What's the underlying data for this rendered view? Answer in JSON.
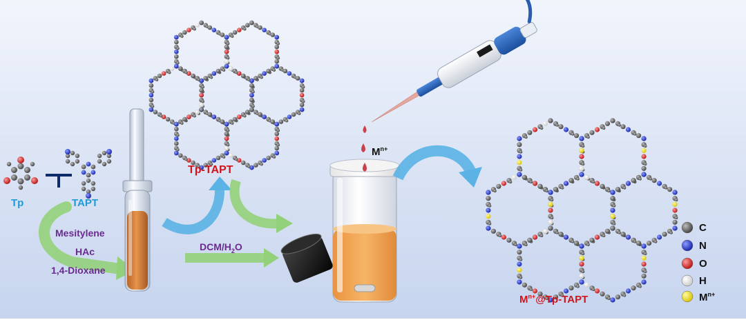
{
  "panel_letter": "",
  "labels": {
    "tp": "Tp",
    "tapt": "TAPT",
    "mesitylene": "Mesitylene",
    "hac": "HAc",
    "dioxane": "1,4-Dioxane",
    "cof": "Tp-TAPT",
    "metal_base": "M",
    "metal_charge": "n+",
    "solvent_pre": "DCM/H",
    "solvent_sub": "2",
    "solvent_post": "O",
    "final_metal": "M",
    "final_charge": "n+",
    "final_rest": "@Tp-TAPT"
  },
  "legend": [
    {
      "symbol": "C",
      "color": "#555555"
    },
    {
      "symbol": "N",
      "color": "#1f2fd0"
    },
    {
      "symbol": "O",
      "color": "#e01a1a"
    },
    {
      "symbol": "H",
      "color": "#ffffff"
    },
    {
      "symbol": "M",
      "sup": "n+",
      "color": "#f5e60a"
    }
  ],
  "pipette_text": "",
  "colors": {
    "background_top": "#eef2fb",
    "background_bottom": "#c9d6ef",
    "arrow_green": "#93d07a",
    "arrow_blue": "#5ab3e4",
    "solution_orange": "#f3a558",
    "carbon": "#555555",
    "nitrogen": "#1f2fd0",
    "oxygen": "#e01a1a",
    "metal": "#f5e60a"
  }
}
